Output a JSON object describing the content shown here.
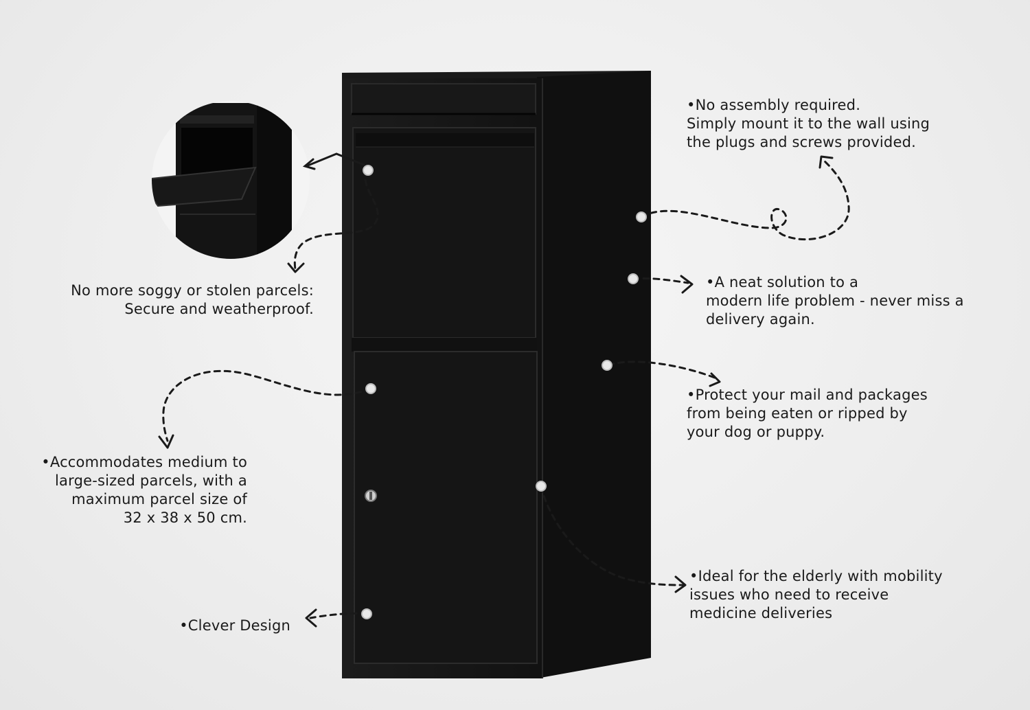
{
  "product": "black parcel drop box",
  "callouts": {
    "no_assembly": [
      "•No assembly required.",
      "Simply mount it to the wall using",
      "the plugs and screws provided."
    ],
    "soggy": [
      "No more soggy or stolen parcels:",
      "Secure and weatherproof."
    ],
    "neat_solution": [
      "•A neat solution to a",
      "modern life problem - never miss a",
      "delivery again."
    ],
    "protect": [
      "•Protect your mail and packages",
      "from being eaten or ripped by",
      "your dog or puppy."
    ],
    "accommodates": [
      "•Accommodates medium to",
      "large-sized parcels, with a",
      "maximum parcel size of",
      "32 x 38 x 50 cm."
    ],
    "ideal": [
      "•Ideal for the elderly with mobility",
      "issues who need to receive",
      "medicine deliveries"
    ],
    "clever": [
      "•Clever Design"
    ]
  },
  "colors": {
    "background": "#ececec",
    "box": "#141414",
    "box_side": "#0d0d0d",
    "dash": "#1a1a1a",
    "dot": "#e6e6e6"
  },
  "icons": [
    "hotspot-dot",
    "dashed-arrow",
    "detail-circle-inset"
  ]
}
